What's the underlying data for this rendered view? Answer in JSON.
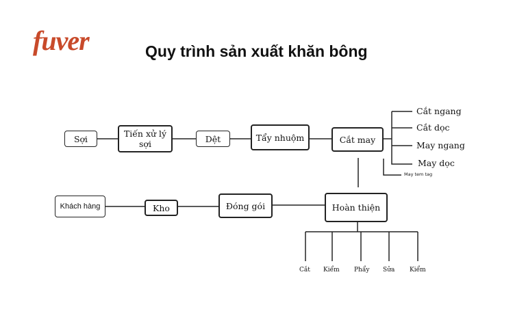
{
  "brand": {
    "logo_text": "fuver",
    "color": "#c84a2a"
  },
  "title": "Quy trình sản xuất khăn bông",
  "nodes": {
    "soi": "Sợi",
    "tien_xu_ly_soi": "Tiến xử lý sợi",
    "det": "Dệt",
    "tay_nhuom": "Tẩy nhuộm",
    "cat_may": "Cắt may",
    "hoan_thien": "Hoàn thiện",
    "dong_goi": "Đóng gói",
    "kho": "Kho",
    "khach_hang": "Khách hàng"
  },
  "cat_may_steps": [
    "Cắt ngang",
    "Cắt dọc",
    "May ngang",
    "May dọc"
  ],
  "cat_may_note": "May tem tag",
  "hoan_thien_steps": [
    "Cắt",
    "Kiểm",
    "Phẩy",
    "Sửa",
    "Kiểm"
  ]
}
